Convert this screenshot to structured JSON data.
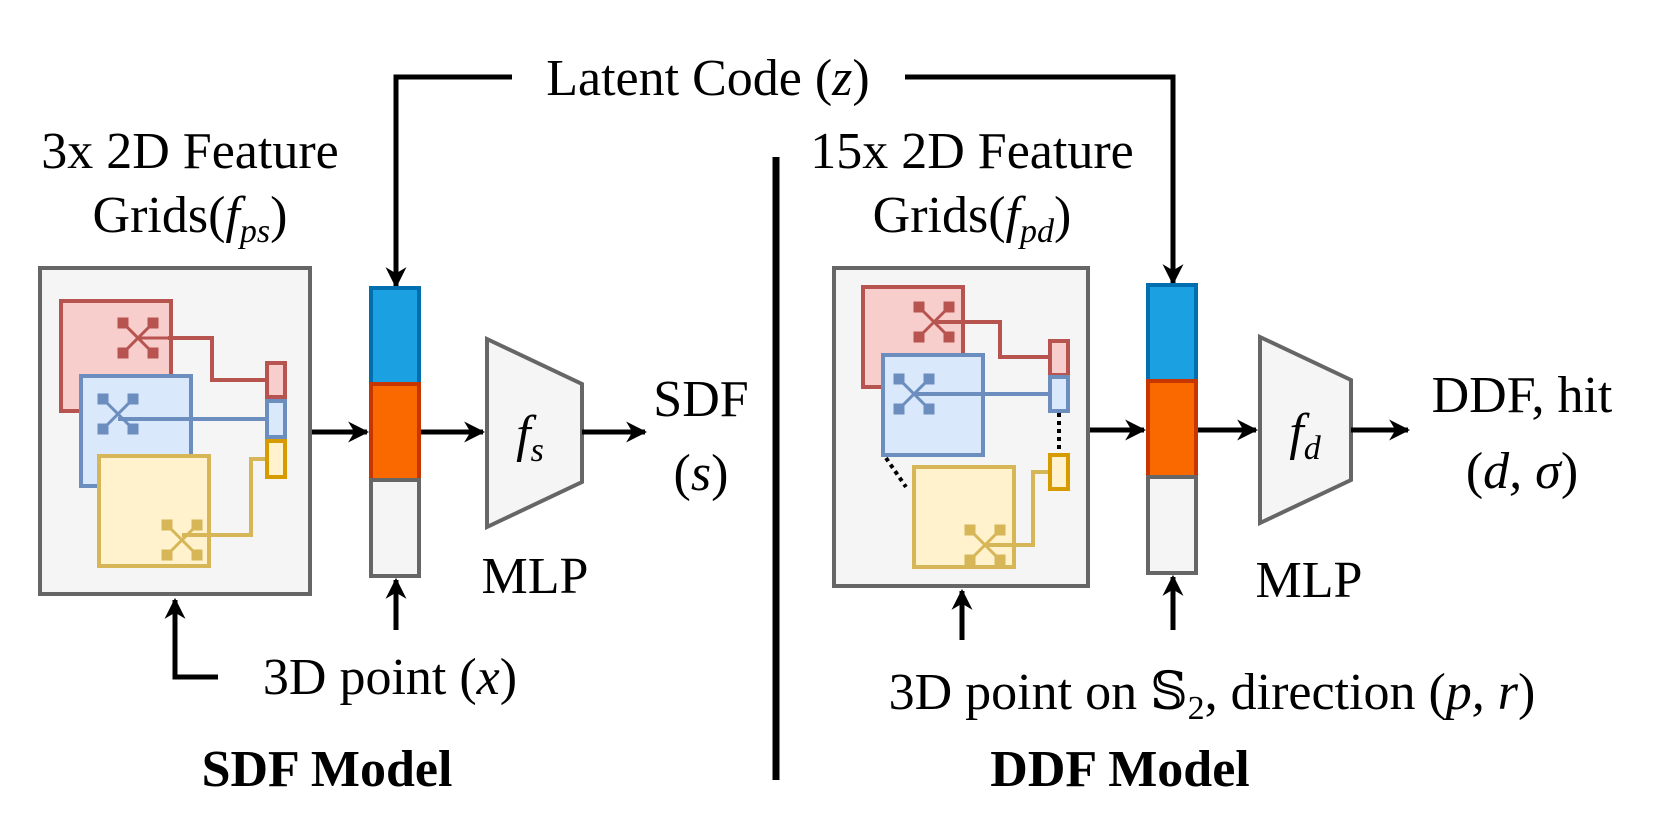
{
  "latent_code": {
    "label": "Latent Code (",
    "var": "z",
    "close": ")"
  },
  "sdf": {
    "grids_line1": "3x 2D Feature",
    "grids_line2_pre": "Grids(",
    "grids_var": "f",
    "grids_sub": "ps",
    "grids_close": ")",
    "mlp_symbol": "f",
    "mlp_sub": "s",
    "mlp_label": "MLP",
    "output_line1": "SDF",
    "output_line2_open": "(",
    "output_line2_var": "s",
    "output_line2_close": ")",
    "input_pre": "3D point (",
    "input_var": "x",
    "input_close": ")",
    "title": "SDF Model"
  },
  "ddf": {
    "grids_line1": "15x 2D Feature",
    "grids_line2_pre": "Grids(",
    "grids_var": "f",
    "grids_sub": "pd",
    "grids_close": ")",
    "mlp_symbol": "f",
    "mlp_sub": "d",
    "mlp_label": "MLP",
    "output_line1": "DDF, hit",
    "output_line2_open": "(",
    "output_line2_vars": "d, σ",
    "output_line2_close": ")",
    "input_pre": "3D point on ",
    "input_sphere": "𝕊",
    "input_sphere_sub": "2",
    "input_mid": ", direction (",
    "input_vars": "p, r",
    "input_close": ")",
    "title": "DDF Model"
  },
  "colors": {
    "red_stroke": "#b85450",
    "red_fill": "#f8cecc",
    "blue_stroke": "#6c8ebf",
    "blue_fill": "#dae8fc",
    "yellow_stroke": "#d6b656",
    "yellow_fill": "#fff2cc",
    "orange_stroke": "#d79b00",
    "latent_blue": "#1ba1e2",
    "latent_blue_stroke": "#006eaf",
    "feature_orange": "#fa6800",
    "feature_orange_stroke": "#c73500",
    "panel_fill": "#f5f5f5",
    "panel_stroke": "#666666"
  }
}
